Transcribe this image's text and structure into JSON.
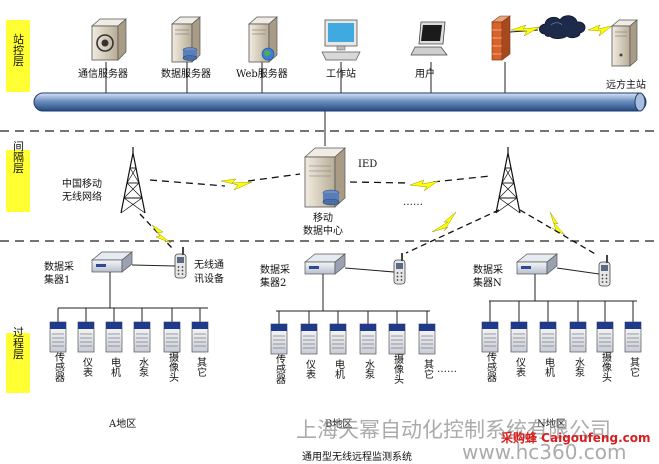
{
  "layers": {
    "station": "站控层",
    "interval": "间隔层",
    "process": "过程层"
  },
  "station": {
    "comm_server": "通信服务器",
    "data_server": "数据服务器",
    "web_server": "Web服务器",
    "workstation": "工作站",
    "user": "用户",
    "remote_host": "远方主站"
  },
  "interval": {
    "china_mobile_1": "中国移动",
    "china_mobile_2": "无线网络",
    "ied": "IED",
    "mobile_center_1": "移动",
    "mobile_center_2": "数据中心",
    "dots": "……"
  },
  "process": {
    "wireless_device_1": "无线通",
    "wireless_device_2": "讯设备",
    "collector1_1": "数据采",
    "collector1_2": "集器1",
    "collector2_1": "数据采",
    "collector2_2": "集器2",
    "collectorN_1": "数据采",
    "collectorN_2": "集器N",
    "dev_sensor": "传感器",
    "dev_meter": "仪表",
    "dev_motor": "电机",
    "dev_pump": "水泵",
    "dev_camera": "摄像头",
    "dev_other": "其它",
    "area_a": "A地区",
    "area_b": "B地区",
    "area_n": "N地区",
    "dots": "……"
  },
  "caption": "通用型无线远程监测系统",
  "watermark": {
    "company": "上海天幂自动化控制系统有限公司",
    "site": "www.hc360.com",
    "badge": "采购蜂 Caigoufeng.com"
  },
  "colors": {
    "layer_bg": "#ffff33",
    "bus": "#2f5d9a",
    "lightning": "#ffff00",
    "device_top": "#1f3a8a"
  }
}
